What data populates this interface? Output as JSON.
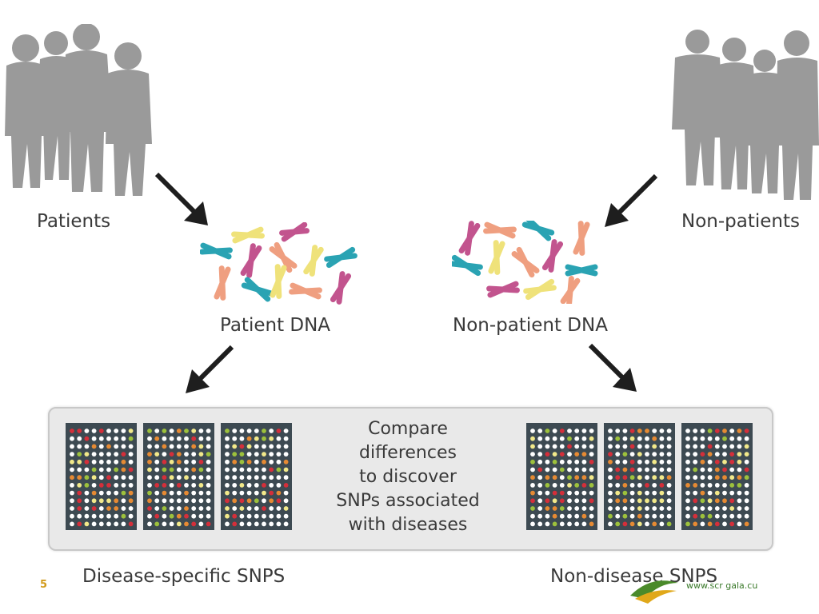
{
  "labels": {
    "patients": "Patients",
    "non_patients": "Non-patients",
    "patient_dna": "Patient DNA",
    "non_patient_dna": "Non-patient DNA",
    "disease_snps": "Disease-specific SNPS",
    "non_disease_snps": "Non-disease SNPS"
  },
  "compare_text": [
    "Compare",
    "differences",
    "to discover",
    "SNPs associated",
    "with diseases"
  ],
  "footer": {
    "slide_number": "5",
    "url": "www.scr gala.cu"
  },
  "colors": {
    "people": "#9a9a9a",
    "arrow": "#1e1e1e",
    "chip": "#3d4a52",
    "panel": "#e9e9e9",
    "chromosome_teal": "#2aa3b3",
    "chromosome_yellow": "#efe27a",
    "chromosome_pink": "#c2548e",
    "chromosome_salmon": "#ef9f80",
    "dot_white": "#ffffff",
    "dot_yellow": "#f2e98a",
    "dot_green": "#9dc13c",
    "dot_orange": "#e68a33",
    "dot_red": "#d42f3a"
  }
}
